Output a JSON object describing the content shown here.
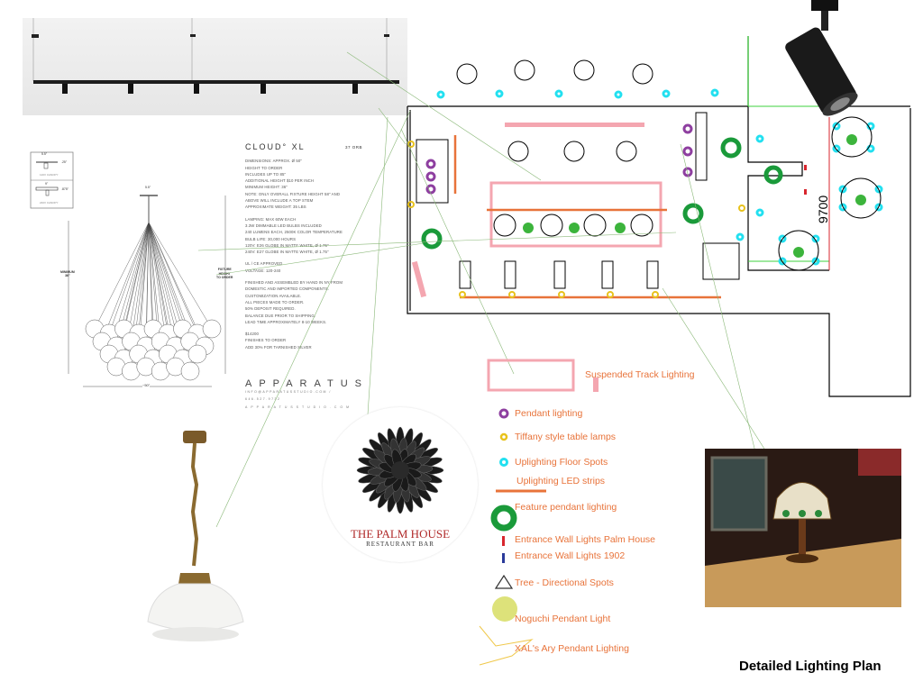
{
  "title": "Detailed Lighting Plan",
  "spec_sheet": {
    "product": "CLOUD° XL",
    "variant": "37 ORB",
    "lines_1": [
      "DIMENSIONS: APPROX. Ø 50\"",
      "HEIGHT TO ORDER",
      "INCLUDES UP TO 85\"",
      "ADDITIONAL HEIGHT $10 PER INCH",
      "MINIMUM HEIGHT: 36\"",
      "NOTE: ONLY OVERALL FIXTURE HEIGHT 58\" AND",
      "ABOVE WILL INCLUDE A TOP STEM",
      "APPROXIMATE WEIGHT: 35 LBS"
    ],
    "lines_2": [
      "LAMPING: MAX 60W EACH",
      "3.3W DIMMABLE LED BULBS INCLUDED",
      "240 LUMENS EACH, 2500K COLOR TEMPERATURE",
      "BULB LIFE: 30,000 HOURS",
      "120V: E26 GLOBE IN MATTE WHITE, Ø 1.75\"",
      "240V: E27 GLOBE IN MATTE WHITE, Ø 1.75\""
    ],
    "lines_3": [
      "UL / CE APPROVED",
      "VOLTAGE: 120-240"
    ],
    "lines_4": [
      "FINISHED AND ASSEMBLED BY HAND IN NY FROM",
      "DOMESTIC AND IMPORTED COMPONENTS.",
      "CUSTOMIZATION AVAILABLE.",
      "ALL PIECES MADE TO ORDER.",
      "50% DEPOSIT REQUIRED.",
      "BALANCE DUE PRIOR TO SHIPPING.",
      "LEAD TIME APPROXIMATELY 8-10 WEEKS."
    ],
    "lines_5": [
      "$14200",
      "FINISHES TO ORDER",
      "ADD 30% FOR TARNISHED SILVER"
    ],
    "brand": "APPARATUS",
    "contact": "INFO@APPARATUSSTUDIO.COM / 646.527.9732",
    "website": "APPARATUSSTUDIO.COM"
  },
  "drawing": {
    "canopy_120": "120V CANOPY",
    "canopy_240": "240V CANOPY",
    "dim_canopy_120": "5.5\"",
    "dim_canopy_120_h": ".25\"",
    "dim_canopy_240": "9\"",
    "dim_canopy_240_h": ".875\"",
    "dim_top": "5.5\"",
    "dim_width": "~50\"",
    "dim_min_1": "MINIMUM",
    "dim_min_2": "36\"",
    "dim_fixture_1": "FIXTURE",
    "dim_fixture_2": "HEIGHT",
    "dim_fixture_3": "TO ORDER"
  },
  "floorplan": {
    "dimension": "9700"
  },
  "logo": {
    "name": "THE PALM HOUSE",
    "sub": "RESTAURANT BAR"
  },
  "legend": [
    {
      "icon": "track-rect",
      "label": "Suspended Track Lighting",
      "color": "#f4a6b0"
    },
    {
      "icon": "purple-ring",
      "label": "Pendant lighting",
      "color": "#8e3fa0"
    },
    {
      "icon": "yellow-ring",
      "label": "Tiffany style table lamps",
      "color": "#e8c21c"
    },
    {
      "icon": "cyan-ring",
      "label": "Uplighting Floor Spots",
      "color": "#22e0f0"
    },
    {
      "icon": "orange-line",
      "label": "Uplighting LED  strips",
      "color": "#e8733a"
    },
    {
      "icon": "green-ring",
      "label": "Feature pendant lighting",
      "color": "#1a9a3a"
    },
    {
      "icon": "red-bar",
      "label": "Entrance Wall Lights Palm House",
      "color": "#d8262e"
    },
    {
      "icon": "blue-bar",
      "label": "Entrance Wall Lights 1902",
      "color": "#2a3a9a"
    },
    {
      "icon": "triangle",
      "label": "Tree - Directional Spots",
      "color": "#333333"
    },
    {
      "icon": "yellow-disc",
      "label": "Noguchi Pendant Light",
      "color": "#dde27a"
    },
    {
      "icon": "polygon",
      "label": "XAL's Ary Pendant Lighting",
      "color": "#f0c84a"
    }
  ]
}
